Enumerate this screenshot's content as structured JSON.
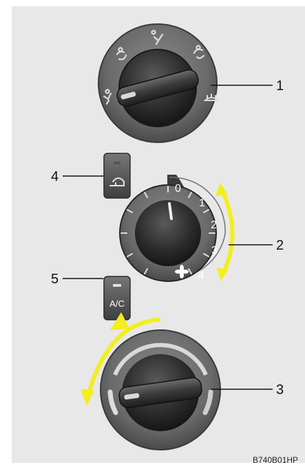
{
  "callouts": {
    "c1": "1",
    "c2": "2",
    "c3": "3",
    "c4": "4",
    "c5": "5"
  },
  "fan_dial": {
    "scale": [
      "0",
      "1",
      "2",
      "3",
      "4"
    ]
  },
  "ac_button": {
    "label": "A/C"
  },
  "image_code": "B740B01HP",
  "colors": {
    "panel": "#e8e8e8",
    "knob": "#2c2c2c",
    "arrow": "#f3ee1e",
    "indicator": "#d8d8d8"
  },
  "icons": {
    "mode_knob": [
      "vent-face-icon",
      "vent-bilevel-icon",
      "vent-floor-icon",
      "vent-floor-defrost-icon",
      "defrost-icon"
    ],
    "recirculation_button": "recirculation-icon",
    "fan_off_symbol": "fan-icon"
  }
}
